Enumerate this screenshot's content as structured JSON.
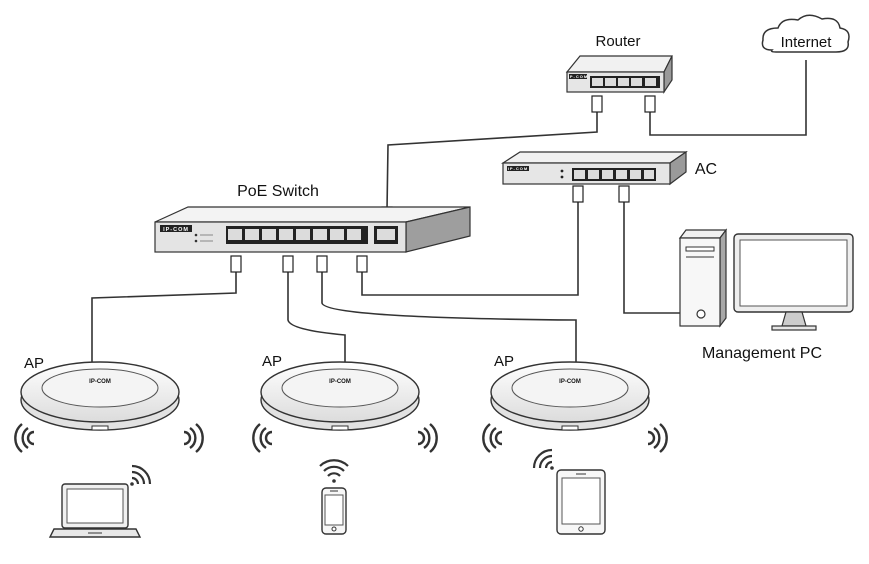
{
  "labels": {
    "router": "Router",
    "internet": "Internet",
    "ac": "AC",
    "poe_switch": "PoE Switch",
    "ap1": "AP",
    "ap2": "AP",
    "ap3": "AP",
    "management_pc": "Management PC"
  },
  "branding": {
    "switch_brand": "IP-COM",
    "ap_brand": "IP-COM",
    "router_brand": "IP-COM",
    "ac_brand": "IP-COM"
  },
  "icons": {
    "cloud": "cloud-icon",
    "router": "router-icon",
    "ac": "access-controller-icon",
    "switch": "poe-switch-icon",
    "ap": "access-point-icon",
    "pc_tower": "pc-tower-icon",
    "monitor": "monitor-icon",
    "laptop": "laptop-icon",
    "phone": "smartphone-icon",
    "tablet": "tablet-icon",
    "wifi": "wifi-icon"
  }
}
